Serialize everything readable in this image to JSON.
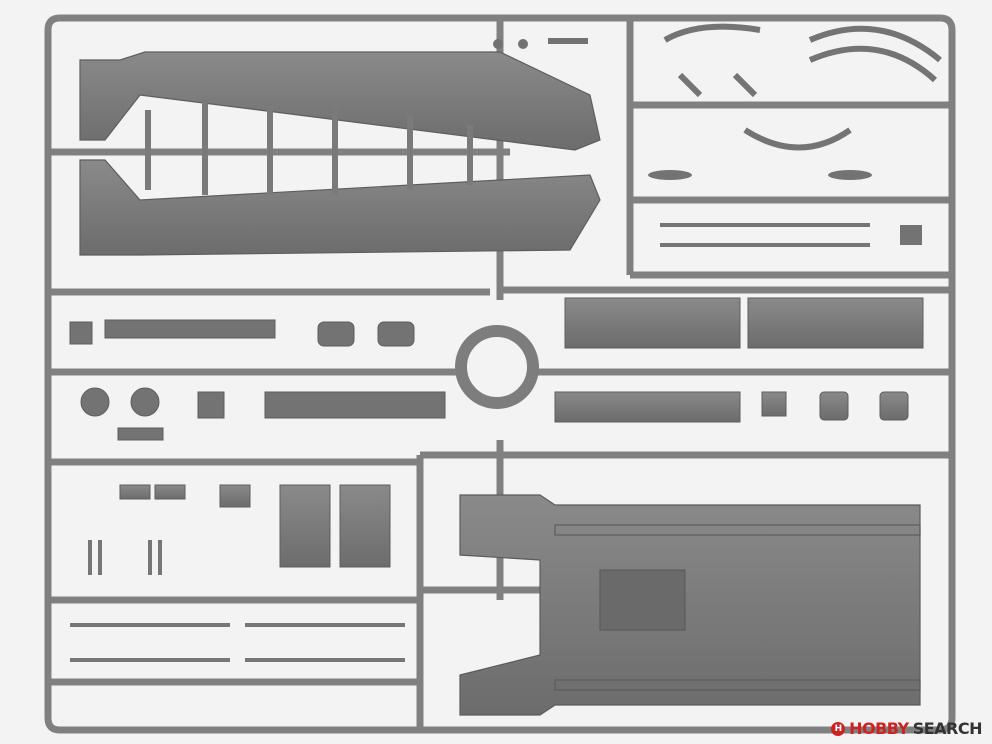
{
  "image": {
    "subject": "model-kit-sprue",
    "colors": {
      "background": "#f3f3f3",
      "plastic": "#7a7a7a",
      "plastic_dark": "#636363",
      "plastic_light": "#8e8e8e",
      "frame": "#7f7f7f"
    }
  },
  "watermark": {
    "icon": "hobbysearch-logo-icon",
    "brand": "HOBBY",
    "suffix": "SEARCH",
    "color": "#cc2222"
  }
}
